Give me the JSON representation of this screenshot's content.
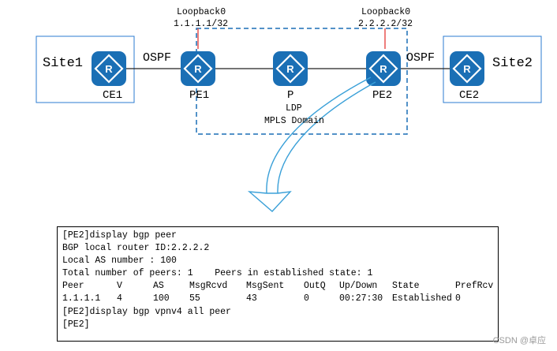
{
  "topology": {
    "nodes": [
      {
        "id": "CE1",
        "label": "CE1"
      },
      {
        "id": "PE1",
        "label": "PE1"
      },
      {
        "id": "P",
        "label": "P"
      },
      {
        "id": "PE2",
        "label": "PE2"
      },
      {
        "id": "CE2",
        "label": "CE2"
      }
    ],
    "site1": "Site1",
    "site2": "Site2",
    "ospf_left": "OSPF",
    "ospf_right": "OSPF",
    "loopback_pe1": {
      "title": "Loopback0",
      "addr": "1.1.1.1/32"
    },
    "loopback_pe2": {
      "title": "Loopback0",
      "addr": "2.2.2.2/32"
    },
    "ldp": "LDP",
    "mpls_domain": "MPLS Domain",
    "router_icon_letter": "R",
    "colors": {
      "router": "#1a6fb5",
      "domain_border": "#1a6fb5",
      "arrow": "#3aa0d8",
      "loopback_line": "#e53935"
    }
  },
  "terminal": {
    "line1": "[PE2]display bgp peer",
    "line2": "BGP local router ID:2.2.2.2",
    "line3": "Local AS number : 100",
    "line4": "Total number of peers: 1    Peers in established state: 1",
    "headers": [
      "Peer",
      "V",
      "AS",
      "MsgRcvd",
      "MsgSent",
      "OutQ",
      "Up/Down",
      "State",
      "PrefRcv"
    ],
    "row": [
      "1.1.1.1",
      "4",
      "100",
      "55",
      "43",
      "0",
      "00:27:30",
      "Established",
      "0"
    ],
    "line7": "[PE2]display bgp vpnv4 all peer",
    "line8": "[PE2]"
  },
  "watermark": "CSDN @卓应"
}
